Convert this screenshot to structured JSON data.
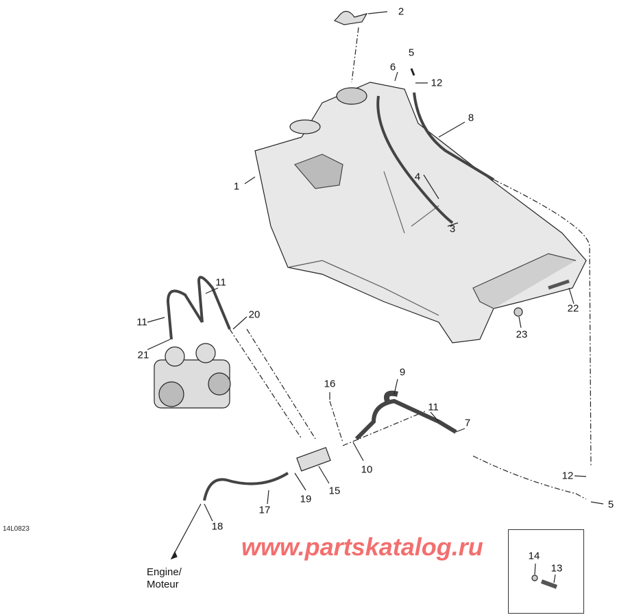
{
  "diagram": {
    "drawing_code": "14L0823",
    "direction_label": "Engine/\nMoteur",
    "direction_label_lines": [
      "Engine/",
      "Moteur"
    ],
    "watermark": "www.partskatalog.ru",
    "watermark_color": "#f26060",
    "callouts": [
      {
        "id": "c2",
        "label": "2"
      },
      {
        "id": "c5a",
        "label": "5"
      },
      {
        "id": "c6",
        "label": "6"
      },
      {
        "id": "c12a",
        "label": "12"
      },
      {
        "id": "c8",
        "label": "8"
      },
      {
        "id": "c1",
        "label": "1"
      },
      {
        "id": "c4",
        "label": "4"
      },
      {
        "id": "c3",
        "label": "3"
      },
      {
        "id": "c22",
        "label": "22"
      },
      {
        "id": "c23",
        "label": "23"
      },
      {
        "id": "c11a",
        "label": "11"
      },
      {
        "id": "c11b",
        "label": "11"
      },
      {
        "id": "c20",
        "label": "20"
      },
      {
        "id": "c21",
        "label": "21"
      },
      {
        "id": "c9",
        "label": "9"
      },
      {
        "id": "c16",
        "label": "16"
      },
      {
        "id": "c11c",
        "label": "11"
      },
      {
        "id": "c7",
        "label": "7"
      },
      {
        "id": "c10",
        "label": "10"
      },
      {
        "id": "c15",
        "label": "15"
      },
      {
        "id": "c19",
        "label": "19"
      },
      {
        "id": "c17",
        "label": "17"
      },
      {
        "id": "c18",
        "label": "18"
      },
      {
        "id": "c12b",
        "label": "12"
      },
      {
        "id": "c5b",
        "label": "5"
      },
      {
        "id": "c14",
        "label": "14"
      },
      {
        "id": "c13",
        "label": "13"
      }
    ]
  }
}
